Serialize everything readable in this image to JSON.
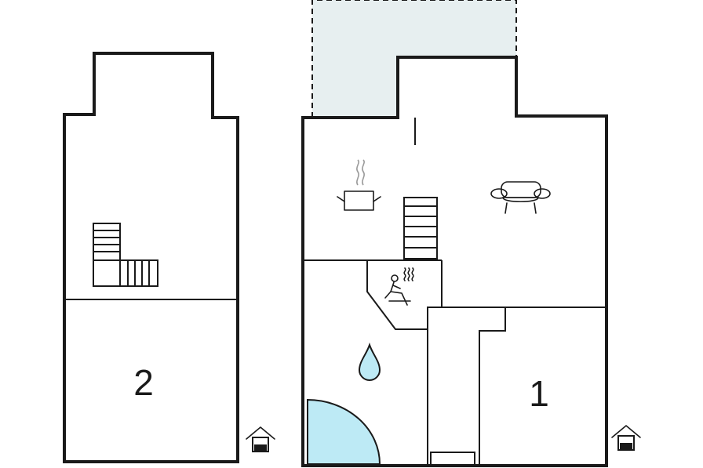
{
  "floors": [
    {
      "id": "floor-2",
      "label": "2",
      "entrance_icon": "house-entrance-icon"
    },
    {
      "id": "floor-1",
      "label": "1",
      "entrance_icon": "house-entrance-icon"
    }
  ],
  "icons": [
    "kitchen-pot-icon",
    "sofa-icon",
    "sauna-icon",
    "water-drop-icon",
    "stairs-icon",
    "shower-arc-icon"
  ],
  "colors": {
    "walls": "#1a1a1a",
    "terrace_fill": "#e7eff0",
    "water": "#bdeaf5"
  }
}
